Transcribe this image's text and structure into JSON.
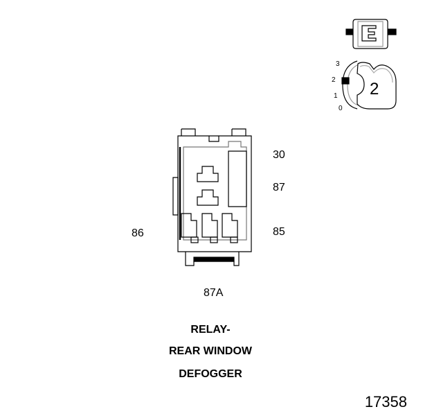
{
  "pins": {
    "p30": "30",
    "p87": "87",
    "p86": "86",
    "p85": "85",
    "p87a": "87A"
  },
  "position_indicator": {
    "numbers": [
      "3",
      "2",
      "1",
      "0"
    ],
    "connector_label": "2"
  },
  "caption": {
    "line1": "RELAY-",
    "line2": "REAR WINDOW",
    "line3": "DEFOGGER"
  },
  "figure_number": "17358"
}
